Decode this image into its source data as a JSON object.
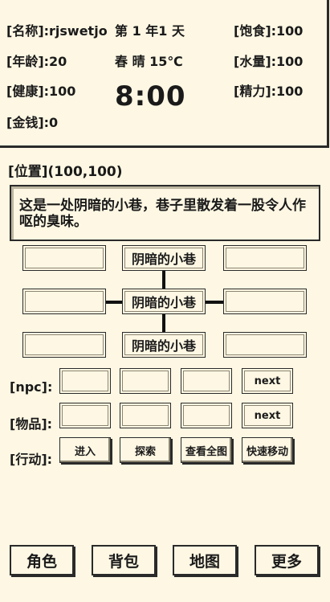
{
  "status": {
    "name": "[名称]:rjswetjo",
    "age": "[年龄]:20",
    "health": "[健康]:100",
    "money": "[金钱]:0",
    "date": "第 1 年1 天",
    "season_weather": "春  晴  15℃",
    "clock": "8:00",
    "satiety": "[饱食]:100",
    "water": "[水量]:100",
    "energy": "[精力]:100"
  },
  "location": "[位置](100,100)",
  "description": "这是一处阴暗的小巷，巷子里散发着一股令人作呕的臭味。",
  "map": {
    "top_left": "",
    "top_center": "阴暗的小巷",
    "top_right": "",
    "mid_left": "",
    "mid_center": "阴暗的小巷",
    "mid_right": "",
    "bottom_left": "",
    "bottom_center": "阴暗的小巷",
    "bottom_right": ""
  },
  "npc_row": {
    "label": "[npc]:",
    "next_label": "next"
  },
  "items_row": {
    "label": "[物品]:",
    "next_label": "next"
  },
  "action_row": {
    "label": "[行动]:",
    "actions": [
      "进入",
      "探索",
      "查看全图",
      "快速移动"
    ]
  },
  "bottom_nav": [
    "角色",
    "背包",
    "地图",
    "更多"
  ]
}
